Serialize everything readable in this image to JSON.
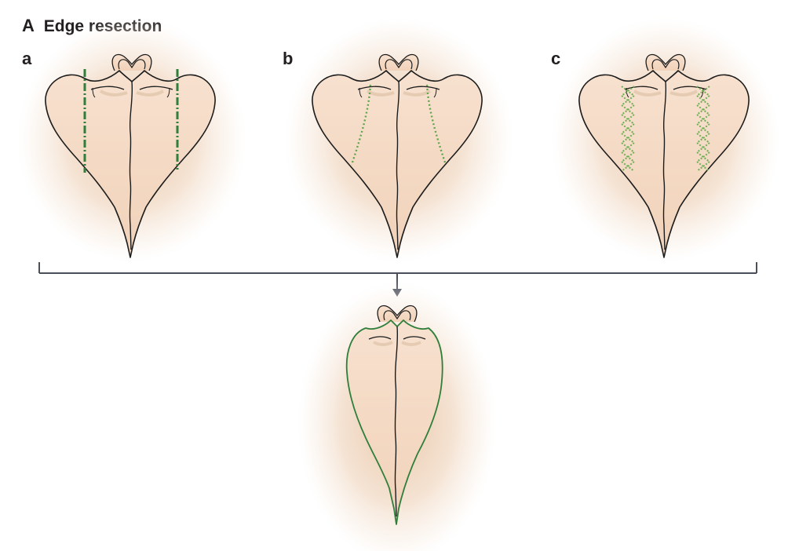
{
  "figure": {
    "section_letter": "A",
    "title": "Edge resection",
    "panels": [
      {
        "label": "a"
      },
      {
        "label": "b"
      },
      {
        "label": "c"
      }
    ]
  },
  "colors": {
    "tissue_fill": "#f3d8c2",
    "tissue_glow": "#e9c9ab",
    "outline": "#1c1c1c",
    "suture_green": "#2f7f3b",
    "light_green": "#6fae55",
    "bracket": "#4a4f5a"
  }
}
